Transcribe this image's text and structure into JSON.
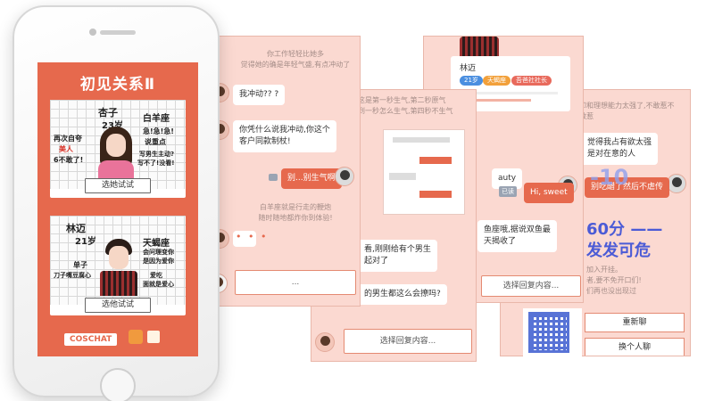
{
  "phone": {
    "title": "初见关系Ⅱ",
    "card1": {
      "name": "杏子",
      "age": "23岁",
      "sign": "白羊座",
      "note_left_1": "再次自夸",
      "note_left_2": "美人",
      "note_left_3": "6不敢了!",
      "note_right_1": "急!急!急!",
      "note_right_2": "说重点",
      "note_right_3": "写男生主动?",
      "note_right_4": "写不了!没看!",
      "button": "选她试试"
    },
    "card2": {
      "name": "林迈",
      "age": "21岁",
      "sign": "天蝎座",
      "note_right_1": "会问理变你",
      "note_right_2": "是因为爱你",
      "note_left_1": "单子",
      "note_left_2": "刀子嘴豆腐心",
      "note_right_3": "爱吃",
      "note_right_4": "面就是爱心",
      "button": "选他试试"
    },
    "brand": "COSCHAT"
  },
  "panel1": {
    "sys_top_1": "你工作轻轻比她多",
    "sys_top_2": "觉得她的确是年轻气盛,有点冲动了",
    "msg1": "我冲动?? ?",
    "msg2_line1": "你凭什么说我冲动,你这个",
    "msg2_line2": "客户同款制杖!",
    "reply1": "别...别生气啊",
    "sys_mid_1": "白羊座就是行走的鞭炮",
    "sys_mid_2": "随时随地都炸你到体验!",
    "typing": "• • •",
    "input_placeholder": "..."
  },
  "panel2": {
    "sys_top_1": "这是第一秒生气,第二秒原气",
    "sys_top_2": "到一秒怎么生气,第四秒不生气",
    "msg_fragment": "看,刚刚给有个男生",
    "msg_fragment2": "起对了",
    "msg_fragment3": "的男生都这么会撩吗?",
    "input_placeholder": "选择回复内容..."
  },
  "panel3": {
    "name": "林迈",
    "tags": [
      "21岁",
      "天蝎座",
      "吾爸社社长"
    ],
    "tag_colors": [
      "#4b8fe0",
      "#f2a03a",
      "#e86a5c"
    ],
    "msg1": "auty",
    "reply1": "Hi, sweet",
    "reply1_prefix": "已读",
    "msg2_line1": "鱼座哦,据说双鱼最",
    "msg2_line2": "天揭收了",
    "input_placeholder": "选择回复内容..."
  },
  "panel4": {
    "sys_top_1": "印和理想能力太强了,不敢惹不",
    "sys_top_2": "敢惹",
    "msg1_line1": "觉得我占有欲太强",
    "msg1_line2": "是对在意的人",
    "reply1": "别吃醋了",
    "reply_suffix": "然后不虐传",
    "score_delta": "-10",
    "score": "60分 ——",
    "verdict": "发发可危",
    "sys_bottom_1": "加入开挂。",
    "sys_bottom_2": "者,要不免开口们!",
    "sys_bottom_3": "们再也没出现过",
    "btn_restart": "重新聊",
    "btn_switch": "换个人聊"
  }
}
